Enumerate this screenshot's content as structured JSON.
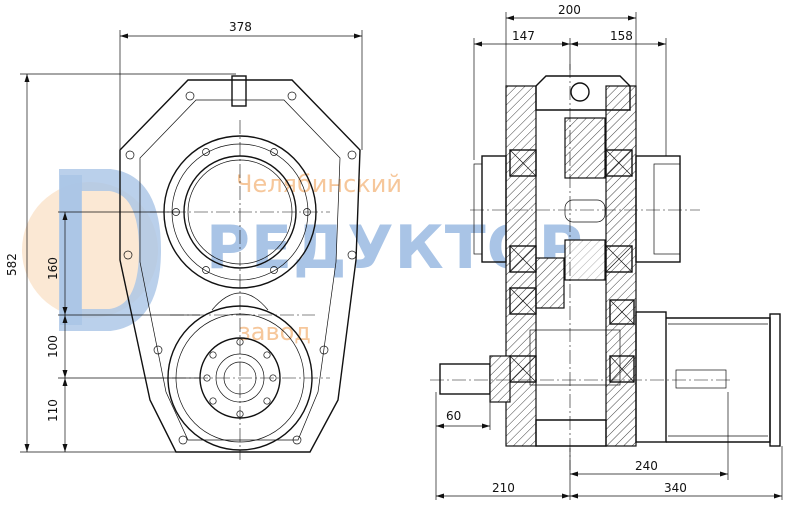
{
  "watermark": {
    "line1": "Челябинский",
    "line2": "РЕДУКТОР",
    "line3": "завод"
  },
  "dimensions": {
    "front_width": "378",
    "front_height": "582",
    "axis_distance_upper": "160",
    "axis_distance_lower": "100",
    "base_height": "110",
    "side_total_width": "200",
    "side_left_width": "147",
    "side_right_width": "158",
    "input_shaft_length": "60",
    "output_shaft_length": "240",
    "left_overall": "210",
    "right_overall": "340"
  },
  "colors": {
    "line": "#111111",
    "watermark_orange": "#f6c79b",
    "watermark_blue": "#a9c4e6"
  }
}
